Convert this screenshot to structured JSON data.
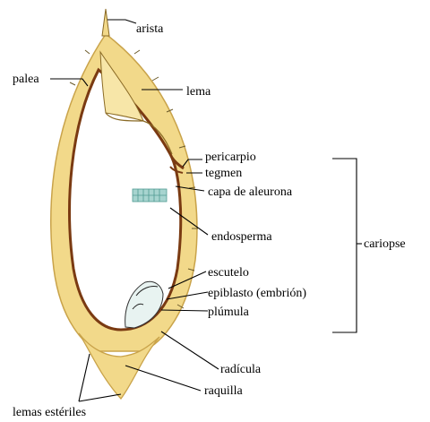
{
  "labels": {
    "arista": "arista",
    "palea": "palea",
    "lema": "lema",
    "pericarpio": "pericarpio",
    "tegmen": "tegmen",
    "capa_aleurona": "capa de aleurona",
    "endosperma": "endosperma",
    "cariopse": "cariopse",
    "escutelo": "escutelo",
    "epiblasto": "epiblasto (embrión)",
    "plumula": "plúmula",
    "radicula": "radícula",
    "raquilla": "raquilla",
    "lemas_esteriles": "lemas estériles"
  },
  "colors": {
    "husk": "#f2d98a",
    "husk_edge": "#c9a34a",
    "pericarp": "#7a3a12",
    "aleurone": "#a7d4cf",
    "line": "#000000"
  }
}
